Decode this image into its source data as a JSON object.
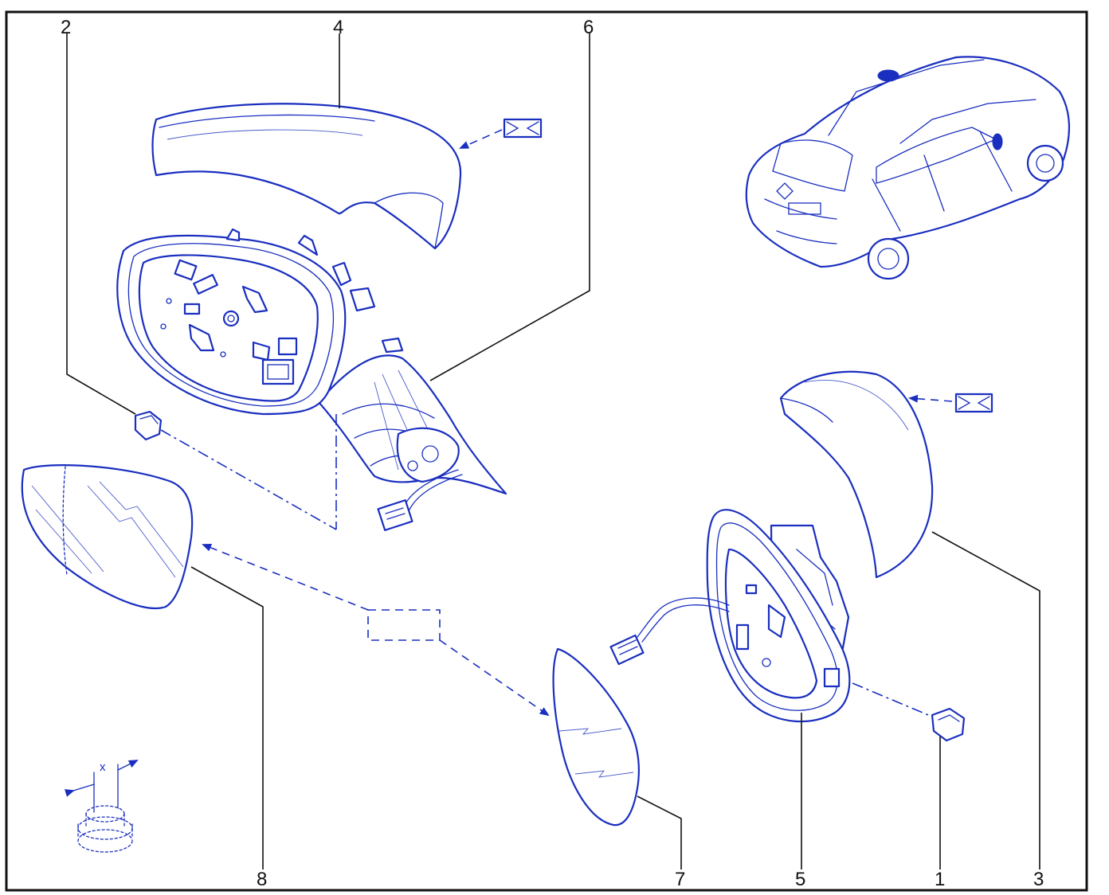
{
  "diagram": {
    "colors": {
      "line": "#1a2fbf",
      "frame": "#111111",
      "background": "#ffffff"
    },
    "callouts": {
      "c1": "1",
      "c2": "2",
      "c3": "3",
      "c4": "4",
      "c5": "5",
      "c6": "6",
      "c7": "7",
      "c8": "8"
    },
    "dimension_label": "x"
  }
}
